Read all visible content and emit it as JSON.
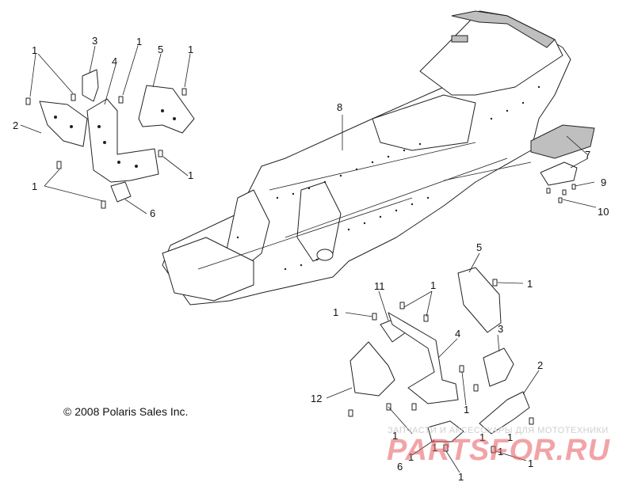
{
  "diagram": {
    "callouts": [
      "1",
      "1",
      "1",
      "1",
      "1",
      "1",
      "1",
      "1",
      "1",
      "1",
      "1",
      "1",
      "1",
      "1",
      "1",
      "1",
      "1",
      "2",
      "2",
      "3",
      "3",
      "4",
      "4",
      "5",
      "5",
      "6",
      "6",
      "7",
      "8",
      "9",
      "10",
      "11",
      "12"
    ],
    "copyright": "© 2008 Polaris Sales Inc.",
    "watermark": {
      "tagline": "ЗАПЧАСТИ И АКСЕССУАРЫ ДЛЯ МОТОТЕХНИКИ",
      "logo": "PARTSFOR.RU"
    }
  },
  "colors": {
    "line": "#222222",
    "watermark_logo": "#e65a5f",
    "watermark_text": "#cfcfcf"
  }
}
